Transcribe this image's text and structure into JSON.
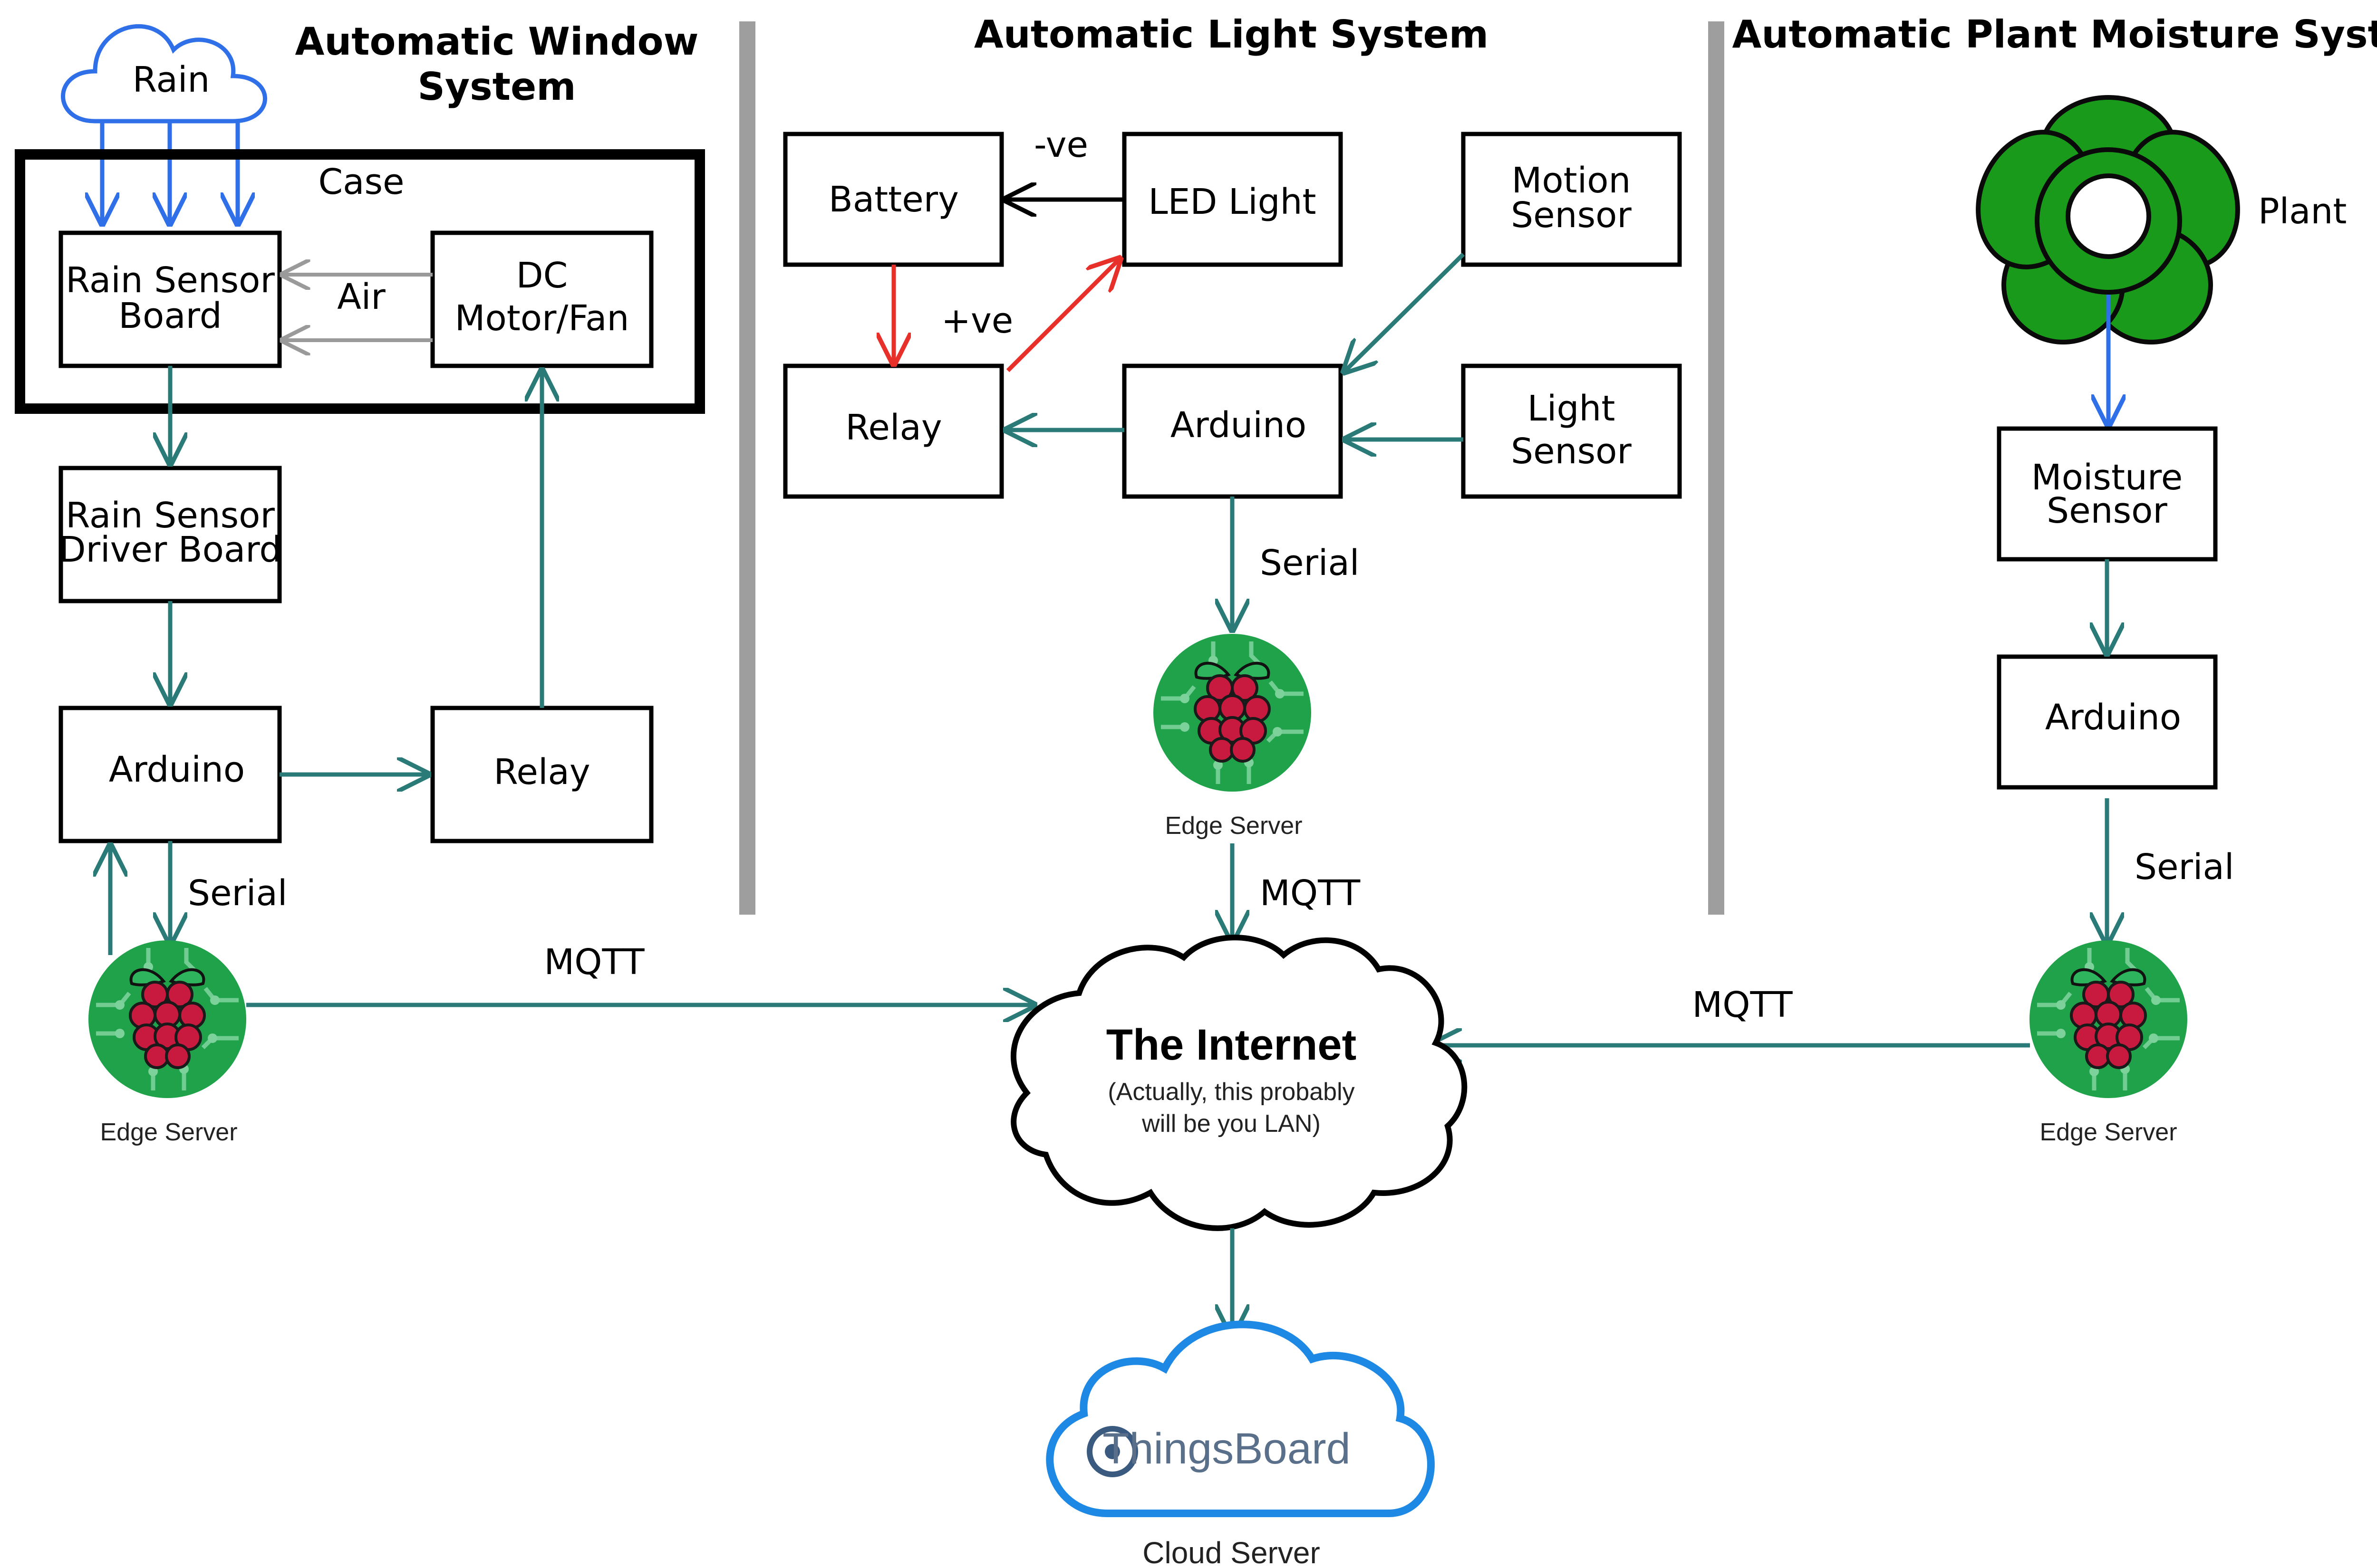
{
  "headers": {
    "window": [
      "Automatic Window",
      "System"
    ],
    "light": "Automatic Light System",
    "moisture": "Automatic Plant Moisture System"
  },
  "window_system": {
    "rain": "Rain",
    "case": "Case",
    "air": "Air",
    "rain_sensor_board": [
      "Rain Sensor",
      "Board"
    ],
    "dc_motor": [
      "DC",
      "Motor/Fan"
    ],
    "driver_board": [
      "Rain Sensor",
      "Driver Board"
    ],
    "arduino": "Arduino",
    "relay": "Relay",
    "serial": "Serial",
    "edge_server": "Edge Server"
  },
  "light_system": {
    "battery": "Battery",
    "led": "LED Light",
    "motion": [
      "Motion",
      "Sensor"
    ],
    "relay": "Relay",
    "arduino": "Arduino",
    "light_sensor": [
      "Light",
      "Sensor"
    ],
    "neg": "-ve",
    "pos": "+ve",
    "serial": "Serial",
    "edge_server": "Edge Server",
    "mqtt": "MQTT"
  },
  "moisture_system": {
    "plant": "Plant",
    "moisture": [
      "Moisture",
      "Sensor"
    ],
    "arduino": "Arduino",
    "serial": "Serial",
    "edge_server": "Edge Server",
    "mqtt": "MQTT"
  },
  "internet": {
    "title": "The Internet",
    "note": [
      "(Actually, this probably",
      "will be you LAN)"
    ]
  },
  "left_mqtt": "MQTT",
  "cloud": {
    "brand": "ThingsBoard",
    "caption": "Cloud Server"
  },
  "colors": {
    "teal_arrow": "#2a7a78",
    "blue_arrow": "#2f6fe8",
    "red_arrow": "#e8302a",
    "raspberry_green": "#1fa24a",
    "plant_green": "#1a9a1a"
  }
}
